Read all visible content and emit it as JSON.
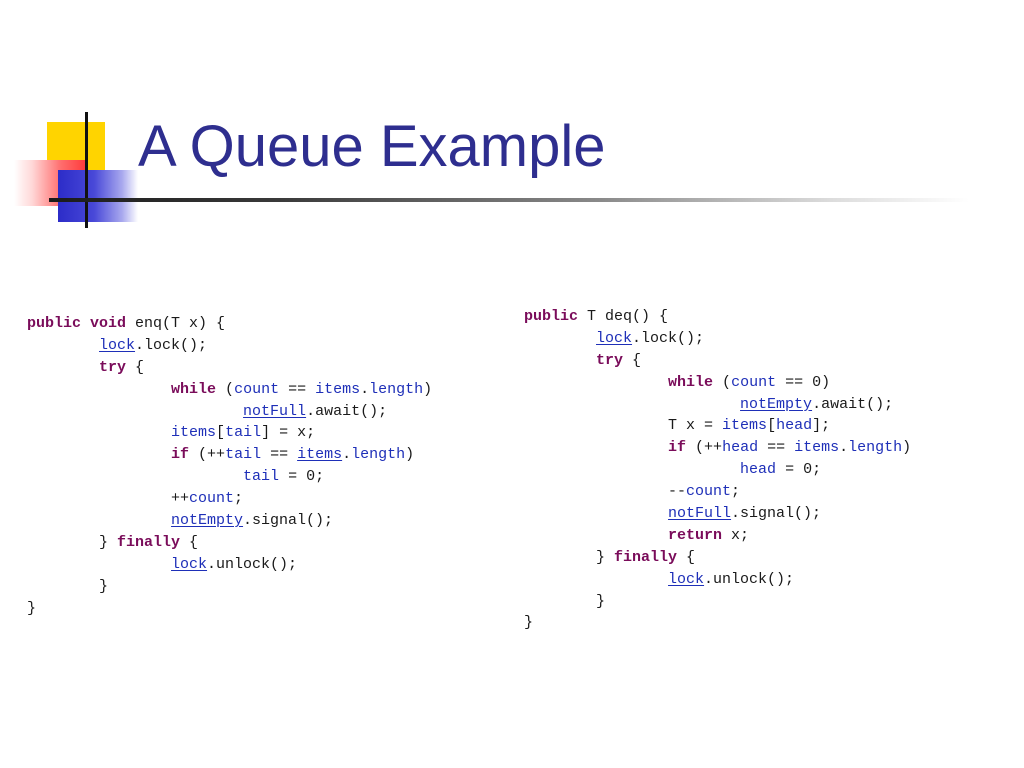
{
  "slide": {
    "title": "A Queue Example"
  },
  "left_code": {
    "lines": [
      [
        {
          "t": "public",
          "k": "kw"
        },
        {
          "t": " "
        },
        {
          "t": "void",
          "k": "kw"
        },
        {
          "t": " enq(T x) {"
        }
      ],
      [
        {
          "t": "        "
        },
        {
          "t": "lock",
          "k": "ul"
        },
        {
          "t": ".lock();"
        }
      ],
      [
        {
          "t": "        "
        },
        {
          "t": "try",
          "k": "kw"
        },
        {
          "t": " {"
        }
      ],
      [
        {
          "t": "                "
        },
        {
          "t": "while",
          "k": "kw"
        },
        {
          "t": " ("
        },
        {
          "t": "count",
          "k": "fld"
        },
        {
          "t": " == "
        },
        {
          "t": "items",
          "k": "fld"
        },
        {
          "t": "."
        },
        {
          "t": "length",
          "k": "fld"
        },
        {
          "t": ")"
        }
      ],
      [
        {
          "t": "                        "
        },
        {
          "t": "notFull",
          "k": "ul"
        },
        {
          "t": ".await();"
        }
      ],
      [
        {
          "t": "                "
        },
        {
          "t": "items",
          "k": "fld"
        },
        {
          "t": "["
        },
        {
          "t": "tail",
          "k": "fld"
        },
        {
          "t": "] = x;"
        }
      ],
      [
        {
          "t": "                "
        },
        {
          "t": "if",
          "k": "kw"
        },
        {
          "t": " (++"
        },
        {
          "t": "tail",
          "k": "fld"
        },
        {
          "t": " == "
        },
        {
          "t": "items",
          "k": "ul"
        },
        {
          "t": "."
        },
        {
          "t": "length",
          "k": "fld"
        },
        {
          "t": ")"
        }
      ],
      [
        {
          "t": "                        "
        },
        {
          "t": "tail",
          "k": "fld"
        },
        {
          "t": " = 0;"
        }
      ],
      [
        {
          "t": "                ++"
        },
        {
          "t": "count",
          "k": "fld"
        },
        {
          "t": ";"
        }
      ],
      [
        {
          "t": "                "
        },
        {
          "t": "notEmpty",
          "k": "ul"
        },
        {
          "t": ".signal();"
        }
      ],
      [
        {
          "t": "        } "
        },
        {
          "t": "finally",
          "k": "kw"
        },
        {
          "t": " {"
        }
      ],
      [
        {
          "t": "                "
        },
        {
          "t": "lock",
          "k": "ul"
        },
        {
          "t": ".unlock();"
        }
      ],
      [
        {
          "t": "        }"
        }
      ],
      [
        {
          "t": "}"
        }
      ]
    ]
  },
  "right_code": {
    "lines": [
      [
        {
          "t": "public",
          "k": "kw"
        },
        {
          "t": " T deq() {"
        }
      ],
      [
        {
          "t": "        "
        },
        {
          "t": "lock",
          "k": "ul"
        },
        {
          "t": ".lock();"
        }
      ],
      [
        {
          "t": "        "
        },
        {
          "t": "try",
          "k": "kw"
        },
        {
          "t": " {"
        }
      ],
      [
        {
          "t": "                "
        },
        {
          "t": "while",
          "k": "kw"
        },
        {
          "t": " ("
        },
        {
          "t": "count",
          "k": "fld"
        },
        {
          "t": " == 0)"
        }
      ],
      [
        {
          "t": "                        "
        },
        {
          "t": "notEmpty",
          "k": "ul"
        },
        {
          "t": ".await();"
        }
      ],
      [
        {
          "t": "                T x = "
        },
        {
          "t": "items",
          "k": "fld"
        },
        {
          "t": "["
        },
        {
          "t": "head",
          "k": "fld"
        },
        {
          "t": "];"
        }
      ],
      [
        {
          "t": "                "
        },
        {
          "t": "if",
          "k": "kw"
        },
        {
          "t": " (++"
        },
        {
          "t": "head",
          "k": "fld"
        },
        {
          "t": " == "
        },
        {
          "t": "items",
          "k": "fld"
        },
        {
          "t": "."
        },
        {
          "t": "length",
          "k": "fld"
        },
        {
          "t": ")"
        }
      ],
      [
        {
          "t": "                        "
        },
        {
          "t": "head",
          "k": "fld"
        },
        {
          "t": " = 0;"
        }
      ],
      [
        {
          "t": "                --"
        },
        {
          "t": "count",
          "k": "fld"
        },
        {
          "t": ";"
        }
      ],
      [
        {
          "t": "                "
        },
        {
          "t": "notFull",
          "k": "ul"
        },
        {
          "t": ".signal();"
        }
      ],
      [
        {
          "t": "                "
        },
        {
          "t": "return",
          "k": "kw"
        },
        {
          "t": " x;"
        }
      ],
      [
        {
          "t": "        } "
        },
        {
          "t": "finally",
          "k": "kw"
        },
        {
          "t": " {"
        }
      ],
      [
        {
          "t": "                "
        },
        {
          "t": "lock",
          "k": "ul"
        },
        {
          "t": ".unlock();"
        }
      ],
      [
        {
          "t": "        }"
        }
      ],
      [
        {
          "t": "}"
        }
      ]
    ]
  },
  "colors": {
    "title": "#2e2e8f",
    "keyword": "#7a0c5a",
    "field": "#1e2fb8",
    "accent_yellow": "#ffd400",
    "accent_red": "#ff3a3a",
    "accent_blue": "#2c2cc8"
  }
}
